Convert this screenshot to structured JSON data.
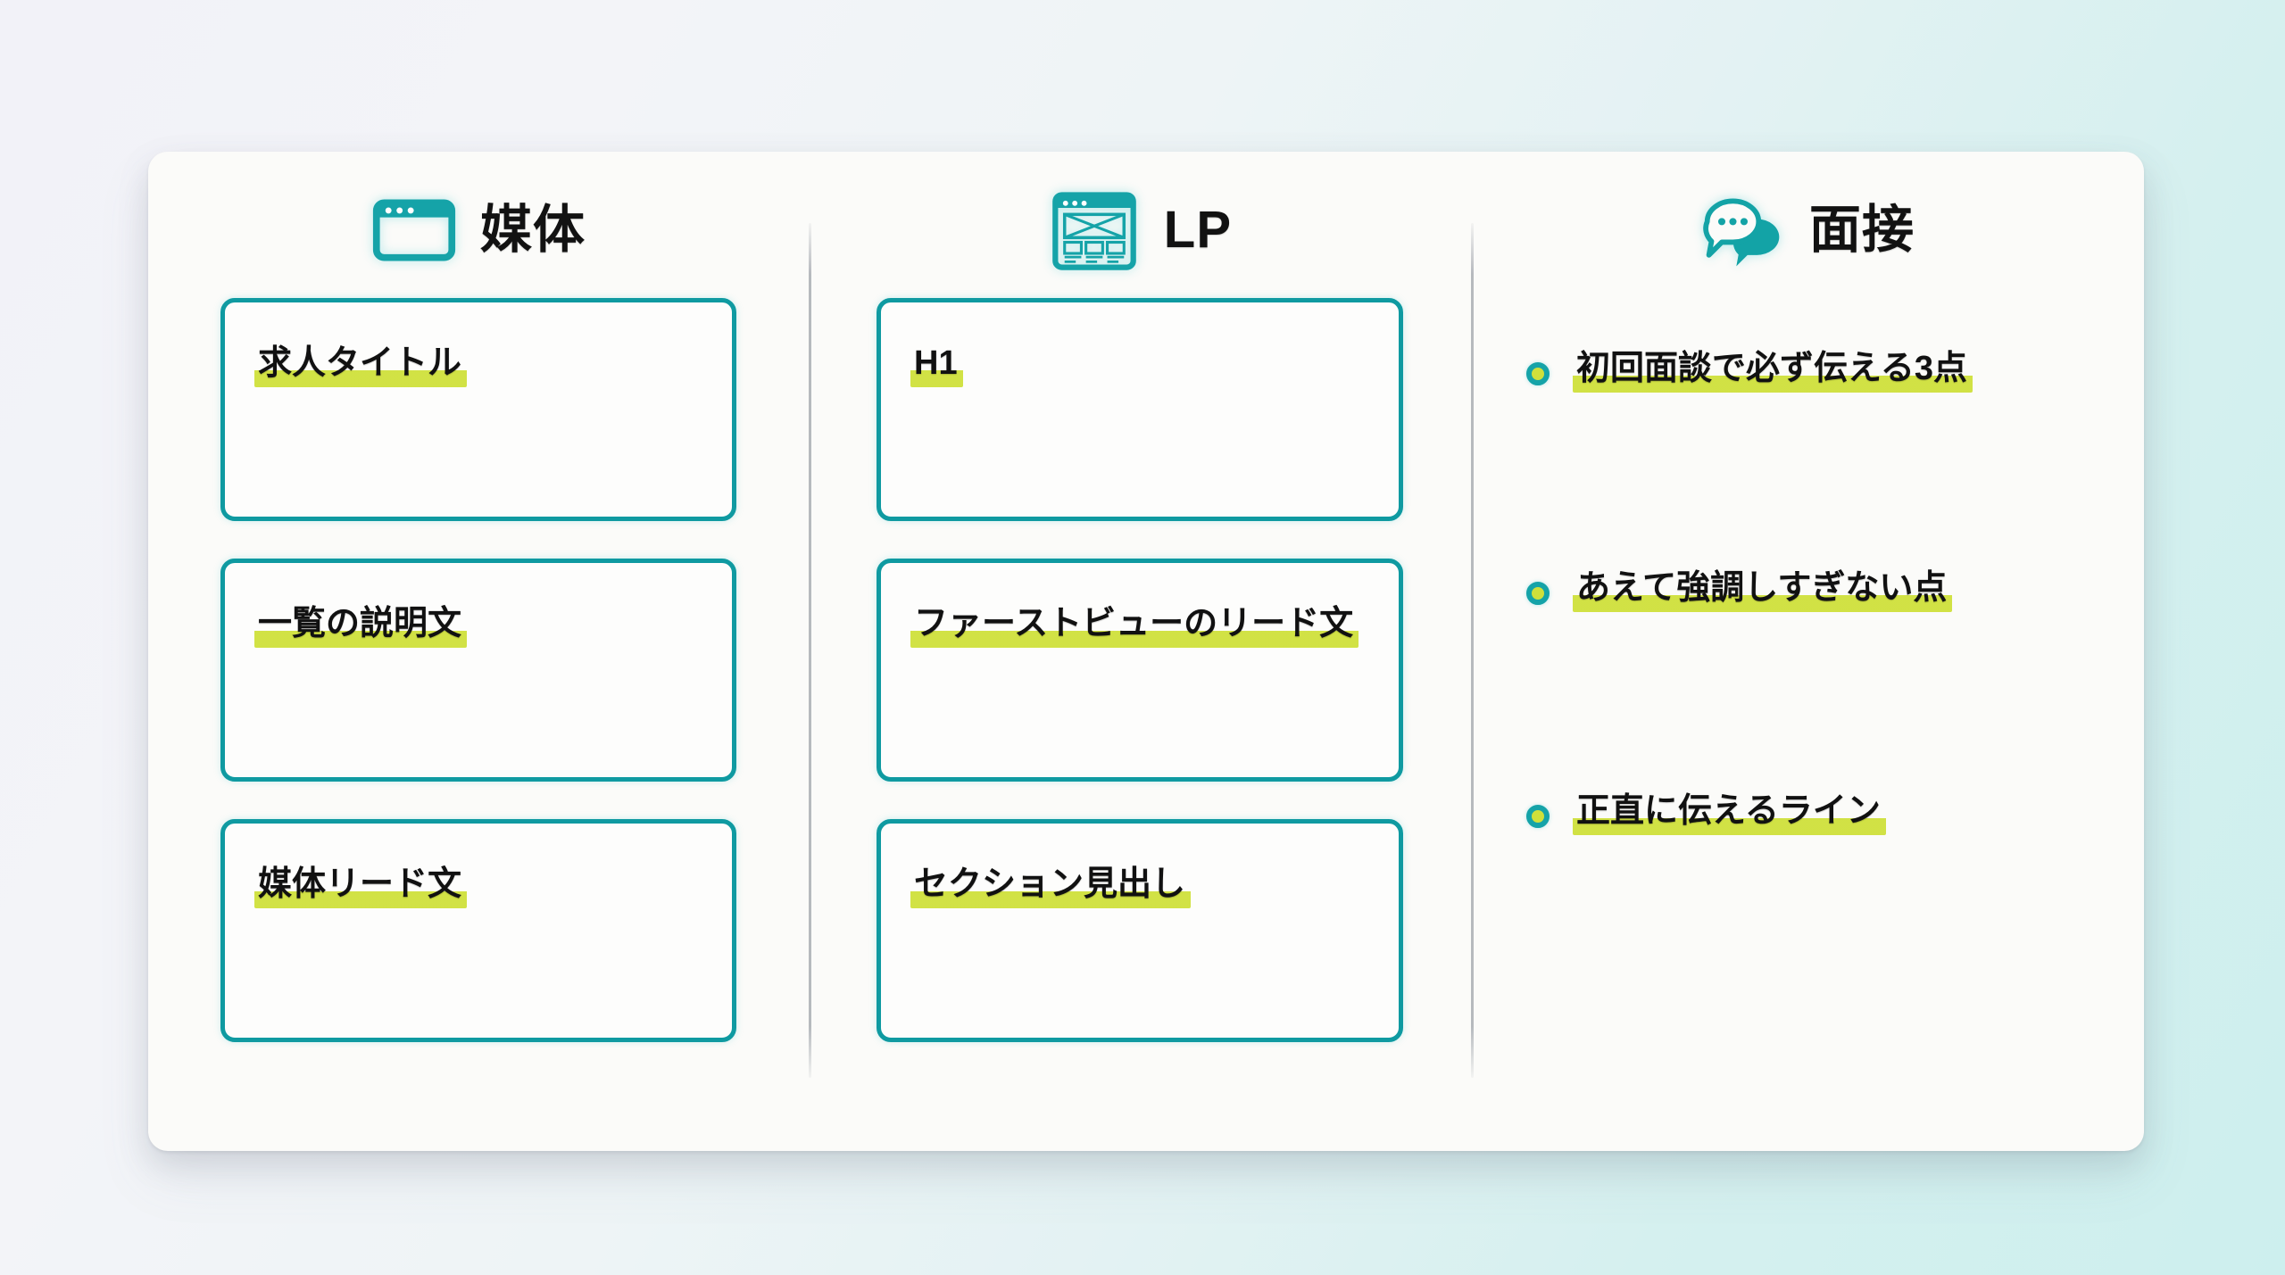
{
  "background": {
    "gradient_from": "#f2f2f8",
    "gradient_to": "#cdefee"
  },
  "theme": {
    "teal": "#0f9aa1",
    "teal_dark": "#15a3a8",
    "highlight_yellow_green": "#cfe03b",
    "panel_bg": "#fbfbf9",
    "text": "#111111"
  },
  "columns": [
    {
      "id": "media",
      "icon": "browser-window-icon",
      "title": "媒体",
      "cards": [
        {
          "label": "求人タイトル"
        },
        {
          "label": "一覧の説明文"
        },
        {
          "label": "媒体リード文"
        }
      ]
    },
    {
      "id": "lp",
      "icon": "landing-page-wireframe-icon",
      "title": "LP",
      "cards": [
        {
          "label": "H1"
        },
        {
          "label": "ファーストビューのリード文"
        },
        {
          "label": "セクション見出し"
        }
      ]
    },
    {
      "id": "interview",
      "icon": "speech-bubbles-icon",
      "title": "面接",
      "bullets": [
        {
          "label": "初回面談で必ず伝える3点"
        },
        {
          "label": "あえて強調しすぎない点"
        },
        {
          "label": "正直に伝えるライン"
        }
      ]
    }
  ]
}
